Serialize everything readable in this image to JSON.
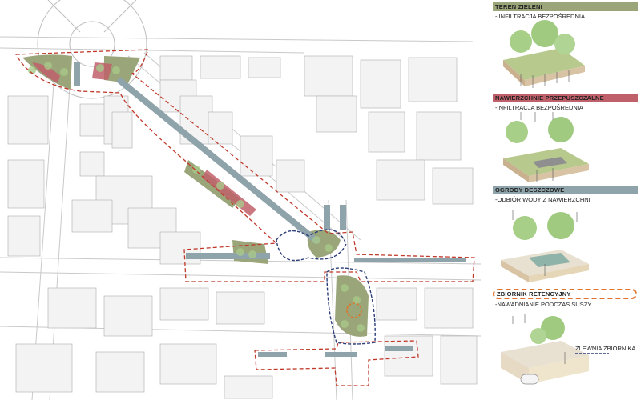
{
  "colors": {
    "green_area": "#9aa57a",
    "permeable": "#c0606a",
    "rain_garden": "#8fa3ab",
    "retention": "#e0722a",
    "red_boundary": "#c0392b",
    "blue_boundary": "#2c3e7a",
    "building": "#f3f3f3",
    "building_line": "#b8b8b8",
    "tree": "#a8c98a"
  },
  "legend": {
    "items": [
      {
        "title": "TEREN ZIELENI",
        "subtitle": "- INFILTRACJA BEZPOŚREDNIA",
        "icon": "tree-soil-infiltration-icon"
      },
      {
        "title": "NAWIERZCHNIE PRZEPUSZCZALNE",
        "subtitle": "-INFILTRACJA BEZPOŚREDNIA",
        "icon": "permeable-pavement-icon"
      },
      {
        "title": "OGRODY DESZCZOWE",
        "subtitle": "-ODBIÓR WODY Z NAWIERZCHNI",
        "icon": "rain-garden-icon"
      },
      {
        "title": "ZBIORNIK RETENCYJNY",
        "subtitle": "-NAWADNIANIE PODCZAS SUSZY",
        "icon": "retention-tank-icon"
      }
    ],
    "catchment_label": "ZLEWNIA ZBIORNIKA"
  }
}
